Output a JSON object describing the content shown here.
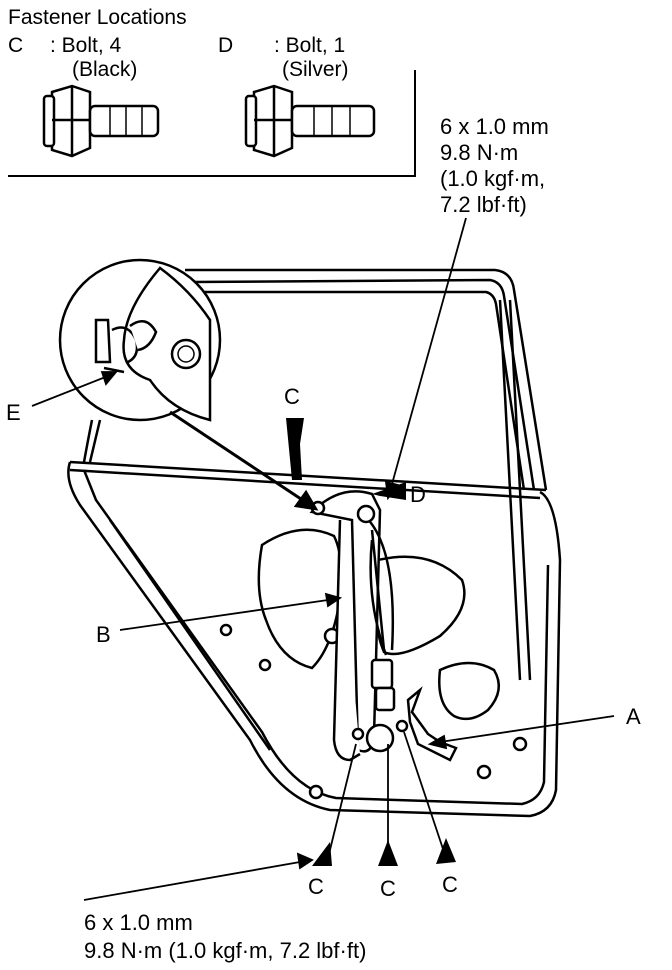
{
  "legend": {
    "title": "Fastener Locations",
    "items": [
      {
        "letter": "C",
        "desc": ": Bolt, 4",
        "color": "(Black)"
      },
      {
        "letter": "D",
        "desc": ": Bolt, 1",
        "color": "(Silver)"
      }
    ]
  },
  "spec_top": {
    "size": "6 x 1.0 mm",
    "torque": "9.8 N·m",
    "kgf": "(1.0 kgf·m,",
    "lbf": "7.2 lbf·ft)"
  },
  "spec_bottom": {
    "size": "6 x 1.0 mm",
    "torque": "9.8 N·m (1.0 kgf·m, 7.2 lbf·ft)"
  },
  "callouts": {
    "a": "A",
    "b": "B",
    "c_top": "C",
    "d": "D",
    "e": "E",
    "c_bottom_1": "C",
    "c_bottom_2": "C",
    "c_bottom_3": "C"
  }
}
